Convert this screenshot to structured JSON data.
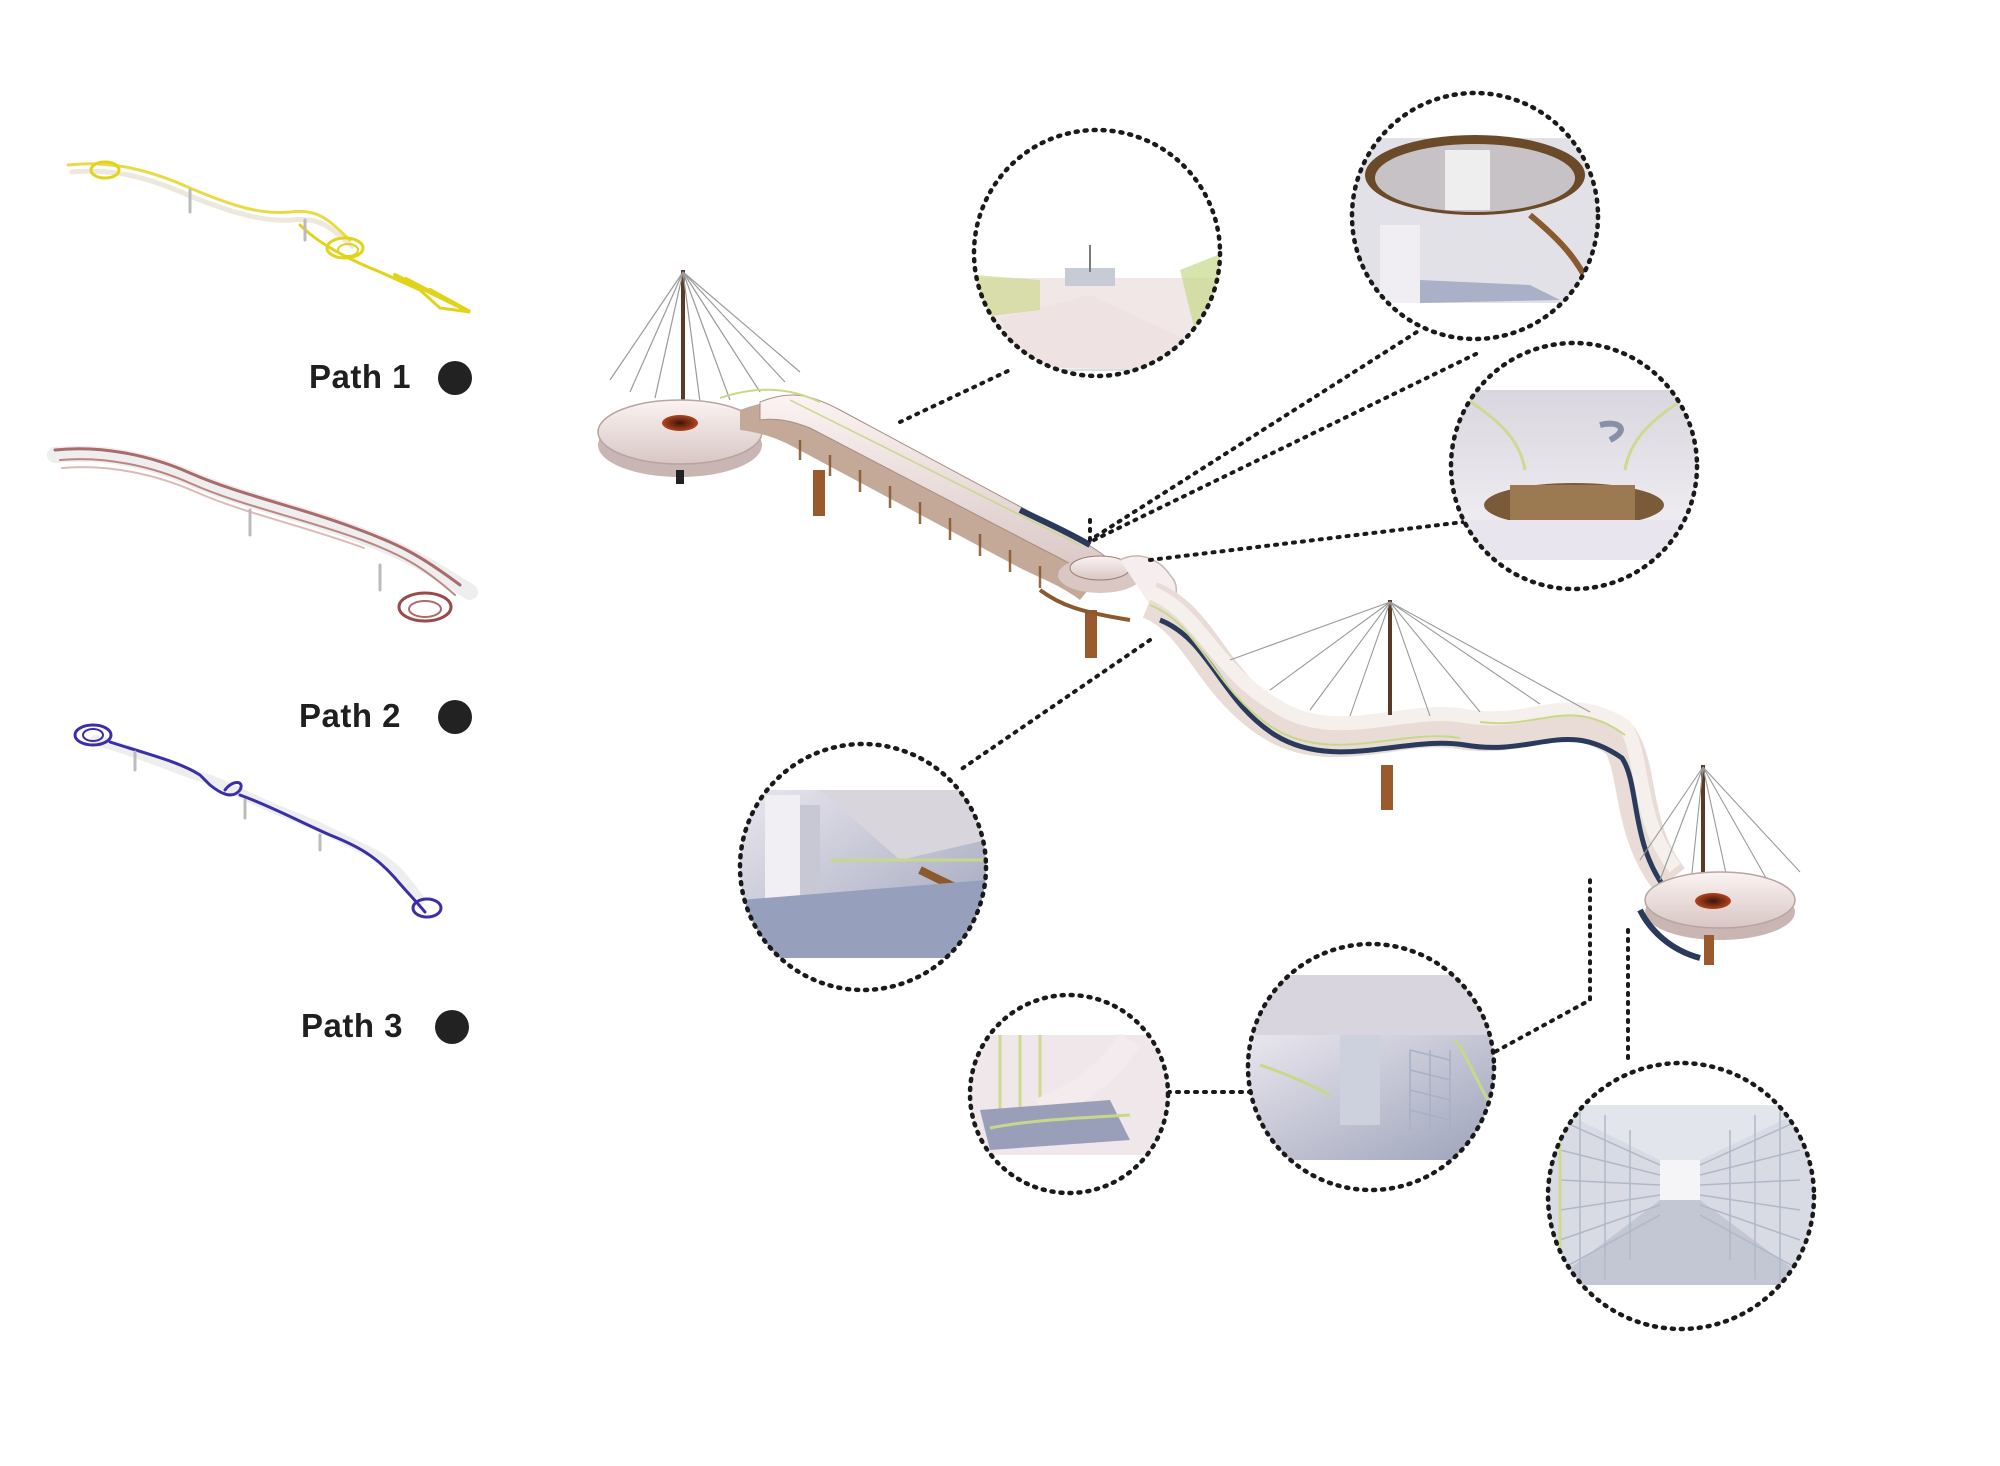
{
  "legend": {
    "items": [
      {
        "label": "Path 1",
        "color": "#e3d21a"
      },
      {
        "label": "Path 2",
        "color": "#9a4a48"
      },
      {
        "label": "Path 3",
        "color": "#3a2fa8"
      }
    ],
    "dot_color": "#222222"
  },
  "colors": {
    "deck": "#f3e6e6",
    "deck_shadow": "#d9c9c8",
    "rail": "#c8d88a",
    "timber": "#8a5a2e",
    "pier": "#9a5a2e",
    "dark_band": "#2a3a5c",
    "cable": "#9a9a9a",
    "leader": "#1a1a1a",
    "view_floor": "#b9bccb",
    "view_wall": "#e8e6ee"
  },
  "views": [
    {
      "name": "view-deck-perspective"
    },
    {
      "name": "view-under-ring"
    },
    {
      "name": "view-inner-hub"
    },
    {
      "name": "view-under-deck"
    },
    {
      "name": "view-side-railing"
    },
    {
      "name": "view-tunnel-screen"
    },
    {
      "name": "view-lattice-corridor"
    }
  ]
}
